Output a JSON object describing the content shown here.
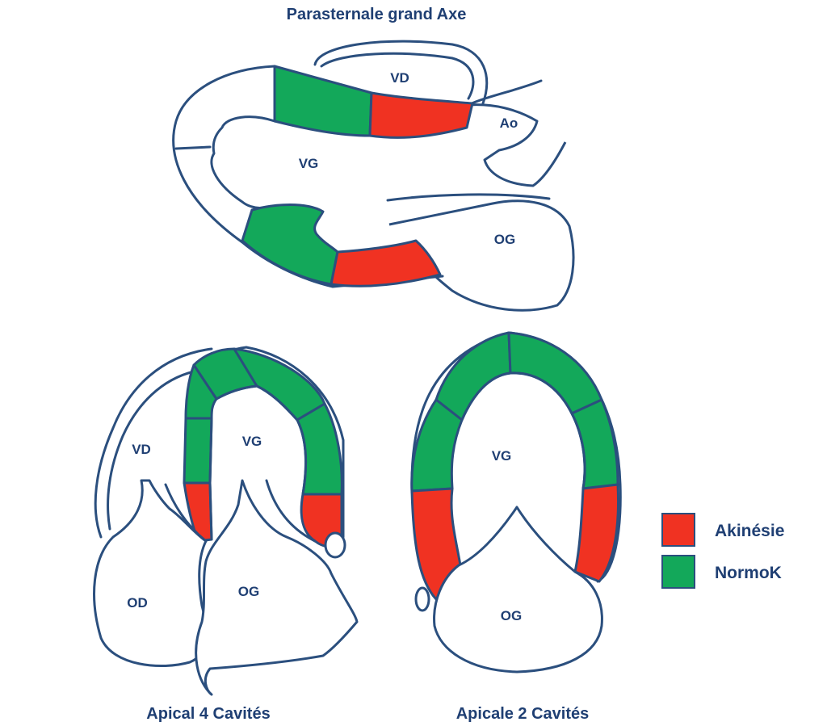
{
  "titles": {
    "parasternal": "Parasternale grand Axe",
    "apical4": "Apical 4 Cavités",
    "apical2": "Apicale 2 Cavités"
  },
  "labels": {
    "vd": "VD",
    "vg": "VG",
    "ao": "Ao",
    "og": "OG",
    "od": "OD"
  },
  "legend": {
    "items": [
      {
        "label": "Akinésie",
        "color": "#f03222"
      },
      {
        "label": "NormoK",
        "color": "#13a85a"
      }
    ]
  },
  "colors": {
    "akinesie": "#f03222",
    "normok": "#13a85a",
    "outline": "#2b4f7e",
    "text": "#1f3f73"
  }
}
